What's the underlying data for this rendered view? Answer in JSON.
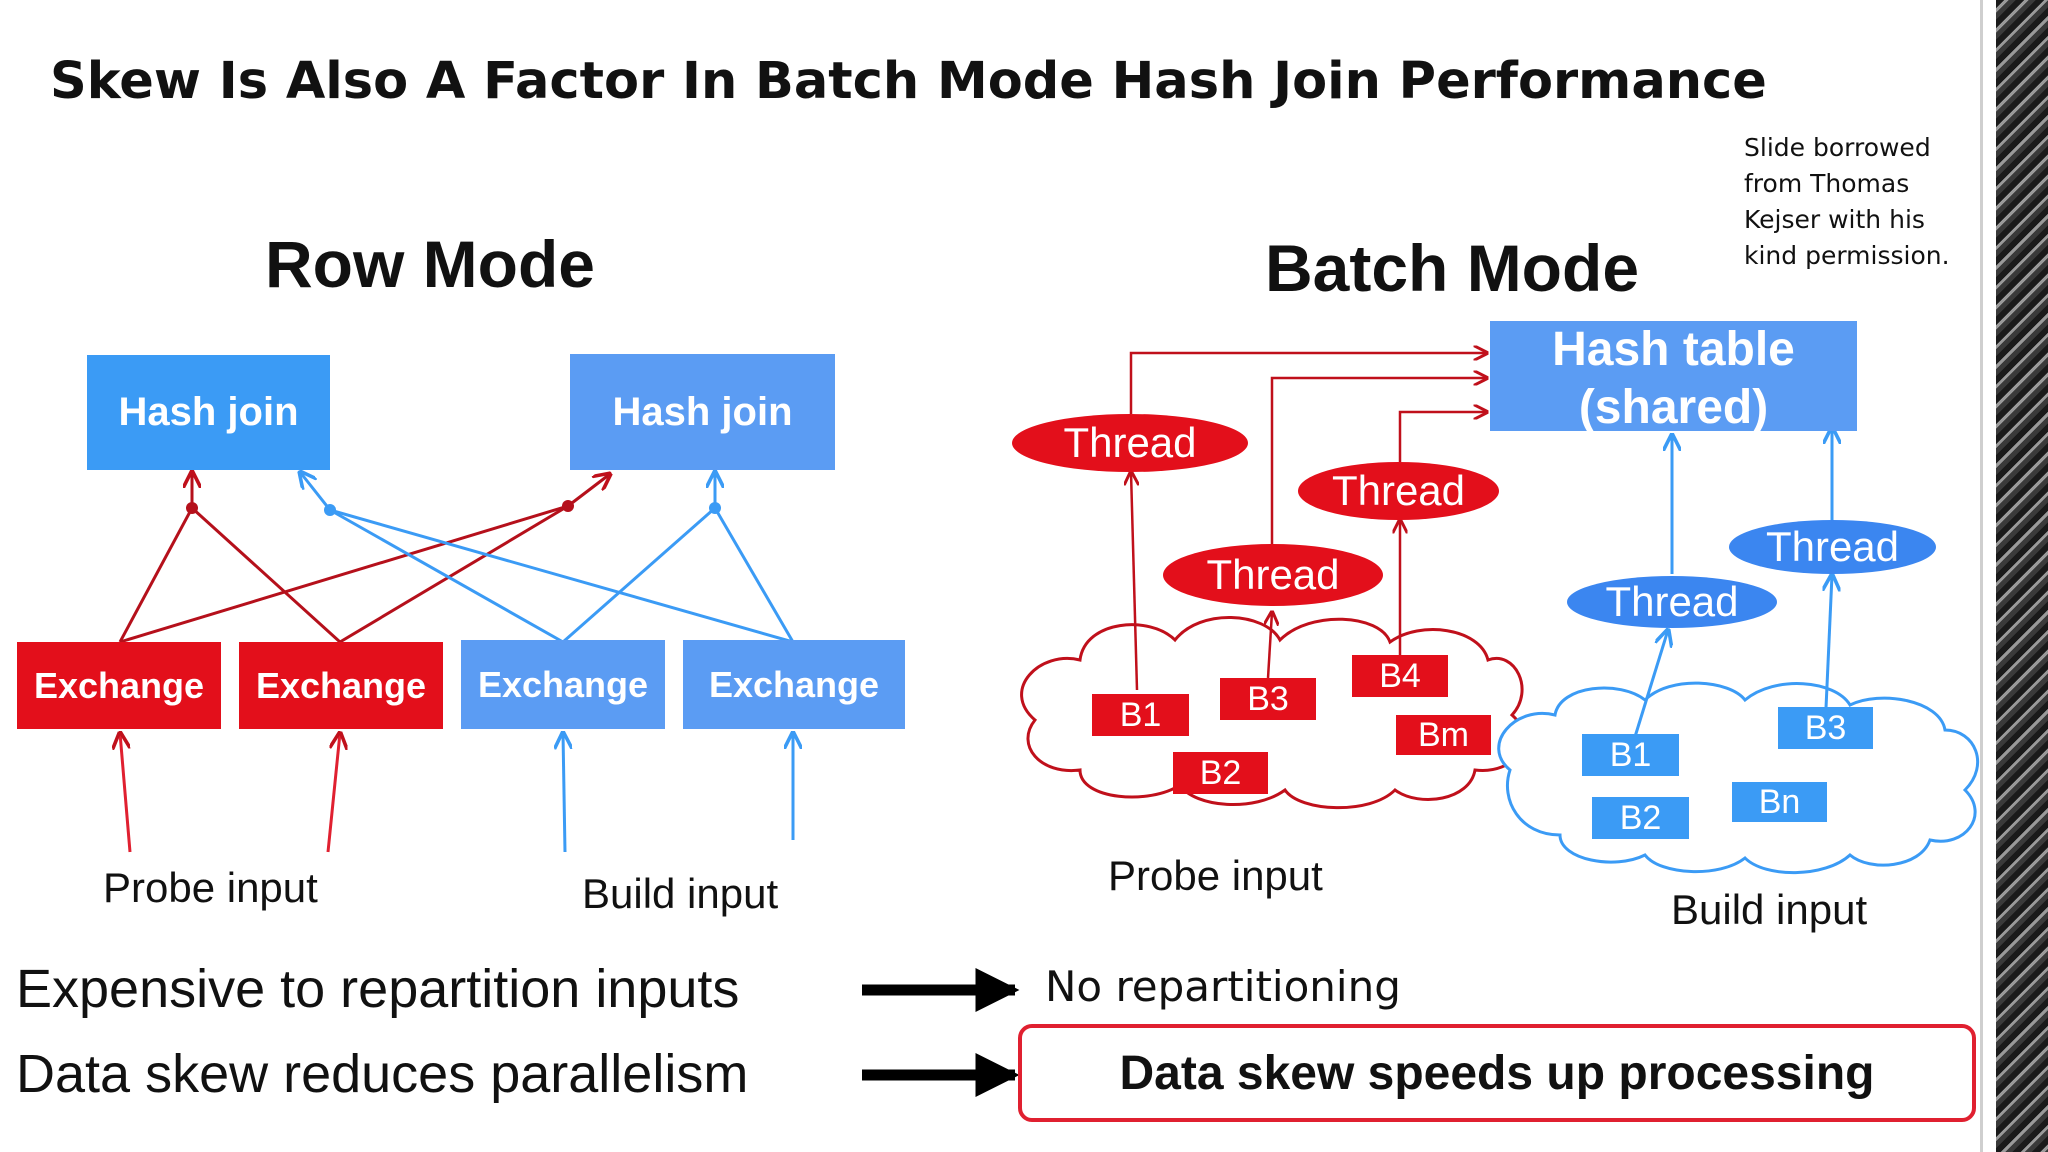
{
  "title": "Skew Is Also A Factor In Batch Mode Hash Join Performance",
  "credit": "Slide borrowed from Thomas Kejser with his kind permission.",
  "row_mode": {
    "heading": "Row Mode",
    "hash_join_left": "Hash join",
    "hash_join_right": "Hash join",
    "exchanges": [
      "Exchange",
      "Exchange",
      "Exchange",
      "Exchange"
    ],
    "probe_label": "Probe input",
    "build_label": "Build input"
  },
  "batch_mode": {
    "heading": "Batch Mode",
    "hash_table_line1": "Hash table",
    "hash_table_line2": "(shared)",
    "thread_label": "Thread",
    "probe_batches": [
      "B1",
      "B3",
      "B4",
      "Bm",
      "B2"
    ],
    "build_batches": [
      "B1",
      "B3",
      "B2",
      "Bn"
    ],
    "probe_label": "Probe input",
    "build_label": "Build input"
  },
  "bottom": {
    "line1": "Expensive to repartition inputs",
    "line2": "Data skew reduces parallelism",
    "result1": "No repartitioning",
    "result2": "Data skew speeds up processing"
  },
  "colors": {
    "red": "#e30f1b",
    "blue": "#3b9bf5",
    "dark_red": "#b5101b"
  }
}
